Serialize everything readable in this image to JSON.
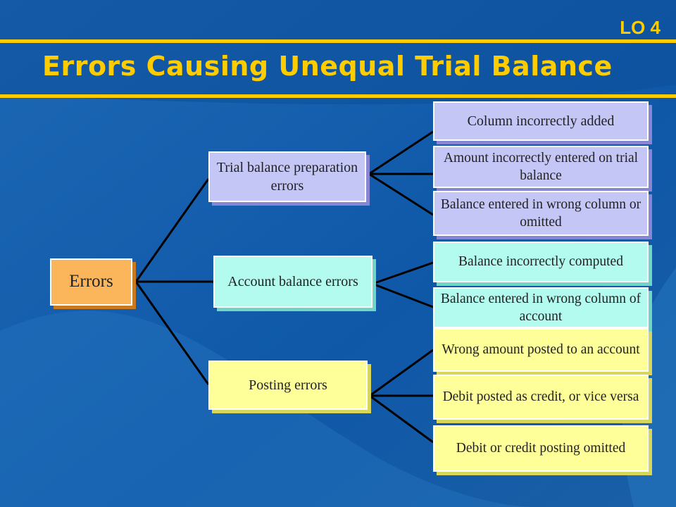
{
  "header": {
    "lo_label": "LO 4",
    "title": "Errors Causing Unequal Trial Balance"
  },
  "colors": {
    "background": "#1a5ea8",
    "title": "#FFCC00",
    "lavender_box": "#c4c6f6",
    "cyan_box": "#b2fbee",
    "yellow_box": "#ffff99",
    "orange_box": "#fbb55a"
  },
  "diagram": {
    "root": "Errors",
    "categories": [
      {
        "label": "Trial balance preparation errors",
        "children": [
          "Column incorrectly added",
          "Amount incorrectly entered on trial balance",
          "Balance entered in wrong column or omitted"
        ]
      },
      {
        "label": "Account balance errors",
        "children": [
          "Balance incorrectly computed",
          "Balance entered in wrong column of account"
        ]
      },
      {
        "label": "Posting errors",
        "children": [
          "Wrong amount posted to an account",
          "Debit posted as credit, or vice versa",
          "Debit or credit posting omitted"
        ]
      }
    ]
  }
}
